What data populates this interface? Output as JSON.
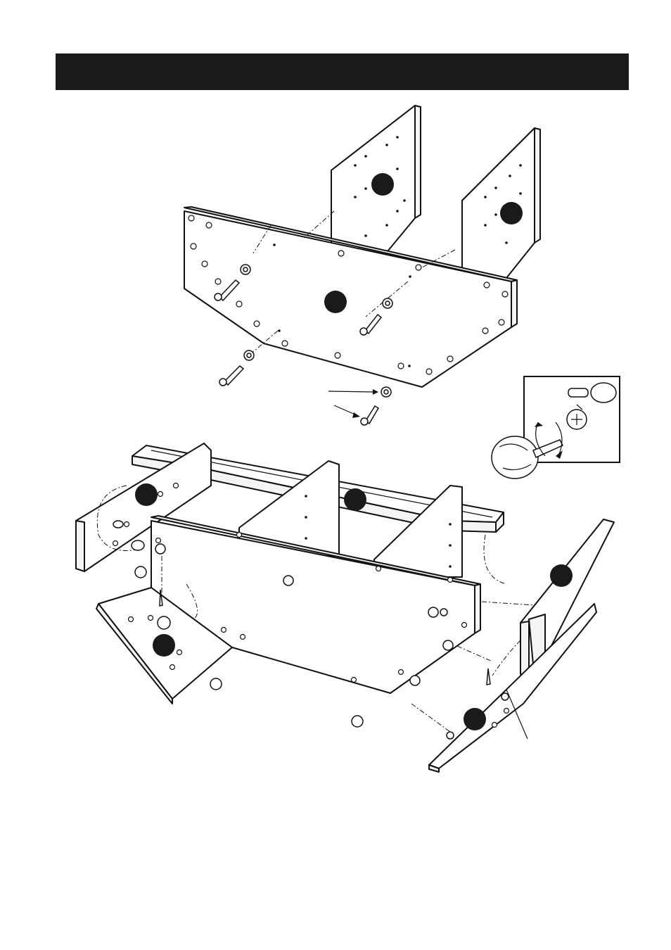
{
  "header": {
    "title": ""
  },
  "callouts": [
    {
      "name": "badge-upper-left-panel",
      "label": ""
    },
    {
      "name": "badge-upper-right-panel",
      "label": ""
    },
    {
      "name": "badge-upper-front-panel",
      "label": ""
    },
    {
      "name": "badge-lower-left-end",
      "label": ""
    },
    {
      "name": "badge-lower-top-rail",
      "label": ""
    },
    {
      "name": "badge-lower-right-end",
      "label": ""
    },
    {
      "name": "badge-lower-left-base",
      "label": ""
    },
    {
      "name": "badge-lower-right-base",
      "label": ""
    }
  ],
  "inset": {
    "tool": "screwdriver",
    "action": "tighten-cam-lock"
  }
}
